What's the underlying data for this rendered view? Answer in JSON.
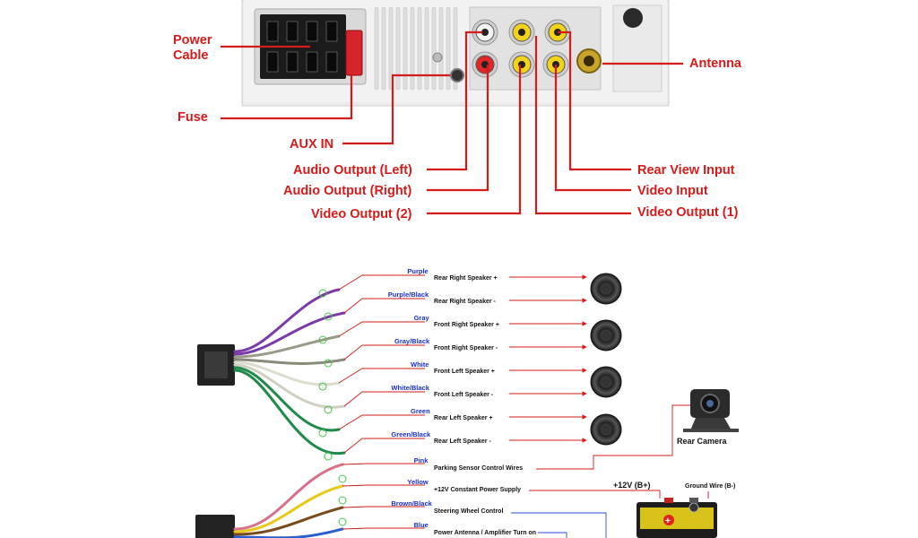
{
  "unit_labels": {
    "power_cable": [
      "Power",
      "Cable"
    ],
    "fuse": "Fuse",
    "aux_in": "AUX IN",
    "audio_output_left": "Audio Output (Left)",
    "audio_output_right": "Audio Output (Right)",
    "video_output_2": "Video Output (2)",
    "antenna": "Antenna",
    "rear_view_input": "Rear View Input",
    "video_input": "Video Input",
    "video_output_1": "Video Output (1)"
  },
  "speaker_wires": [
    {
      "color": "Purple",
      "function": "Rear Right Speaker +",
      "hex": "#7a3aa8"
    },
    {
      "color": "Purple/Black",
      "function": "Rear Right Speaker -",
      "hex": "#7a3aa8"
    },
    {
      "color": "Gray",
      "function": "Front Right Speaker +",
      "hex": "#9a9a8a"
    },
    {
      "color": "Gray/Black",
      "function": "Front Right Speaker -",
      "hex": "#8a8a7a"
    },
    {
      "color": "White",
      "function": "Front Left Speaker +",
      "hex": "#dcdccf"
    },
    {
      "color": "White/Black",
      "function": "Front Left Speaker -",
      "hex": "#cfcfc2"
    },
    {
      "color": "Green",
      "function": "Rear Left Speaker +",
      "hex": "#1f8a4a"
    },
    {
      "color": "Green/Black",
      "function": "Rear Left Speaker -",
      "hex": "#1f8a4a"
    }
  ],
  "power_wires": [
    {
      "color": "Pink",
      "function": "Parking Sensor Control Wires",
      "hex": "#d9708a"
    },
    {
      "color": "Yellow",
      "function": "+12V Constant Power Supply",
      "hex": "#e8c818"
    },
    {
      "color": "Brown/Black",
      "function": "Steering Wheel Control",
      "hex": "#7a4a1a"
    },
    {
      "color": "Blue",
      "function": "Power Antenna / Amplifier Turn on",
      "hex": "#2a5fd0"
    }
  ],
  "devices": {
    "rear_camera": "Rear Camera",
    "battery_positive": "+12V  (B+)",
    "ground_wire": "Ground Wire (B-)"
  },
  "colors": {
    "label_red": "#d61b1b",
    "wire_label_blue": "#1a2fd0",
    "unit_panel": "#eeeeee"
  }
}
